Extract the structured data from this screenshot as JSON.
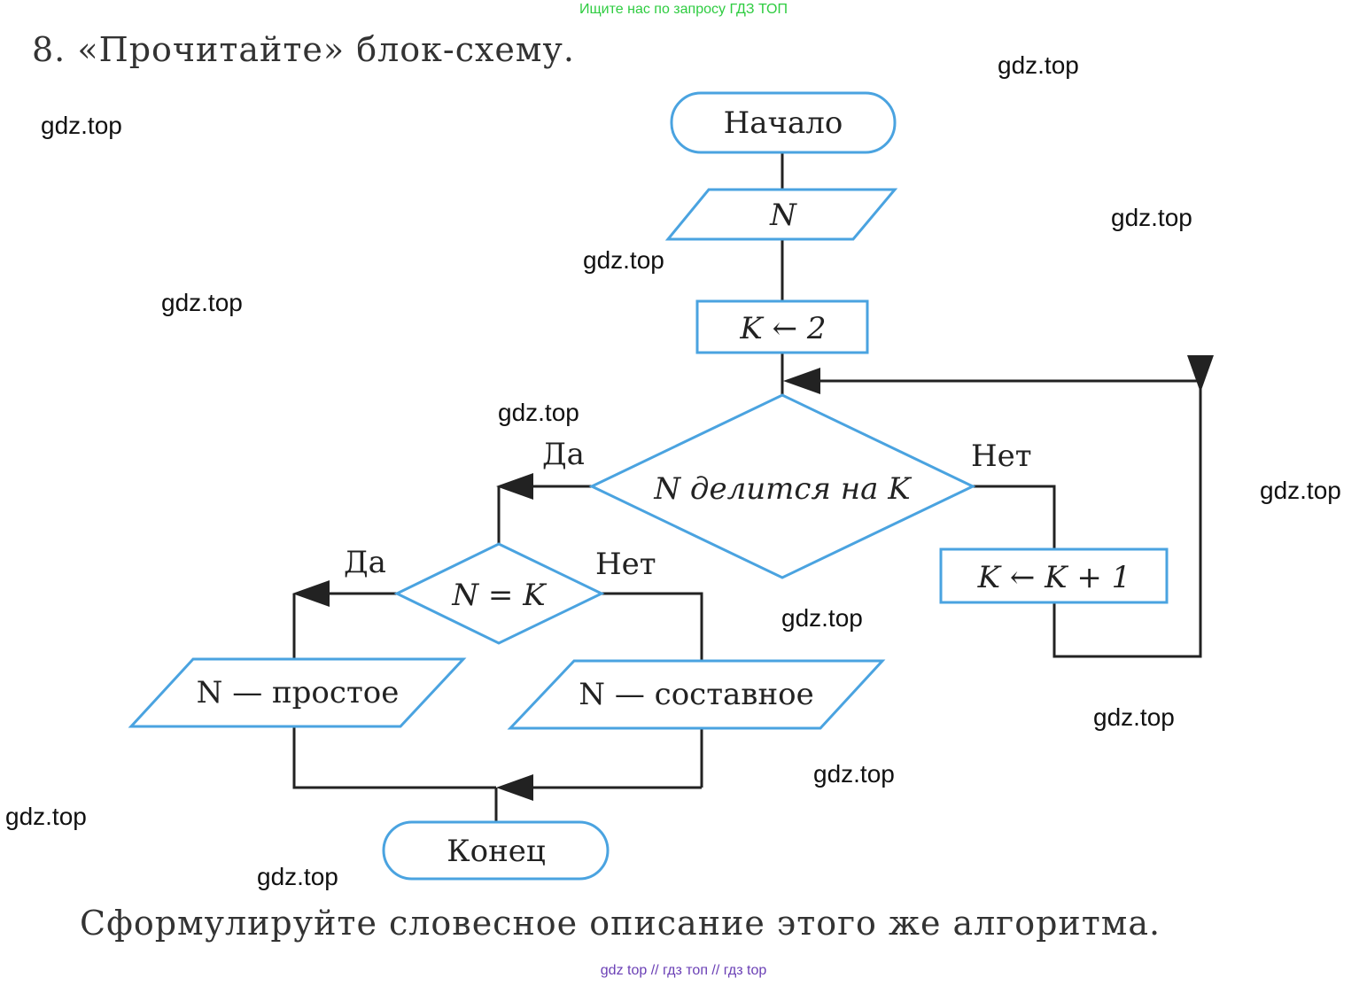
{
  "banner": "Ищите нас по запросу ГДЗ ТОП",
  "task": "8. «Прочитайте» блок-схему.",
  "question": "Сформулируйте словесное описание этого же алгоритма.",
  "footer": "gdz top // гдз топ // гдз top",
  "watermark": "gdz.top",
  "flowchart": {
    "start": "Начало",
    "input": "N",
    "init": "K ← 2",
    "condition_main": "N делится на K",
    "yes": "Да",
    "no": "Нет",
    "increment": "K ← K + 1",
    "condition_eq": "N = K",
    "prime": "N — простое",
    "composite": "N — составное",
    "end": "Конец"
  },
  "colors": {
    "shape_stroke": "#4aa3e0",
    "line": "#222222",
    "banner": "#2ecc40",
    "footer": "#6a3fb5"
  }
}
